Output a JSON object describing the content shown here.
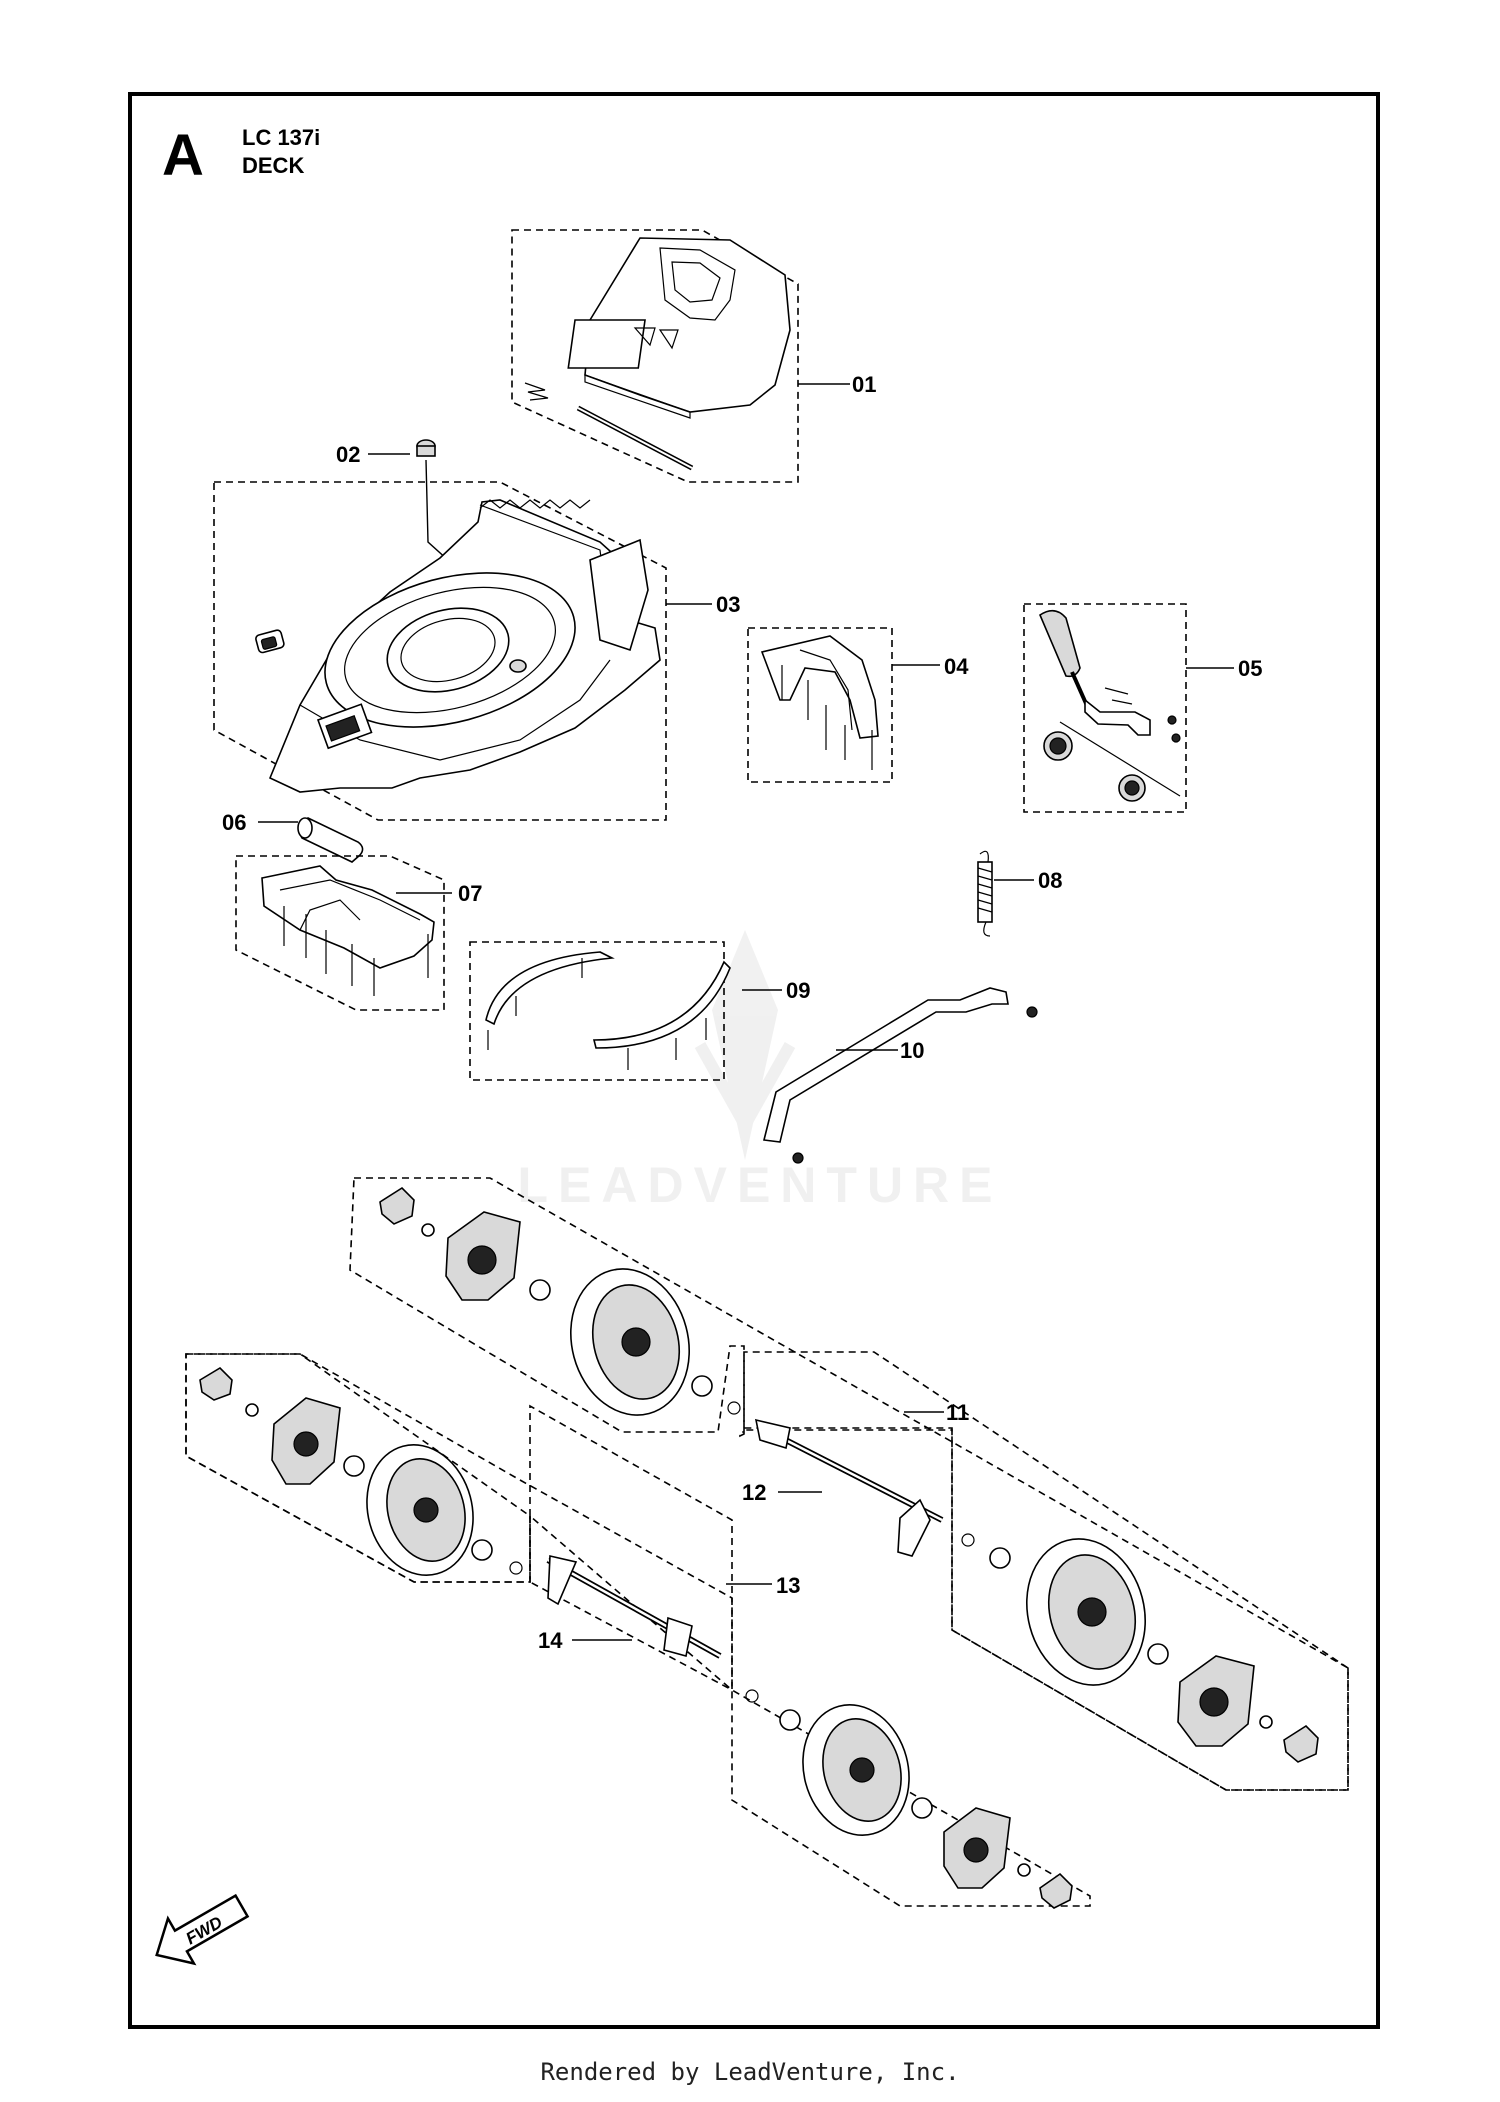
{
  "page": {
    "letter": "A",
    "model": "LC 137i",
    "section": "DECK",
    "watermark": "LEADVENTURE",
    "fwd_label": "FWD",
    "footer": "Rendered by LeadVenture, Inc."
  },
  "callouts": [
    "01",
    "02",
    "03",
    "04",
    "05",
    "06",
    "07",
    "08",
    "09",
    "10",
    "11",
    "12",
    "13",
    "14"
  ]
}
